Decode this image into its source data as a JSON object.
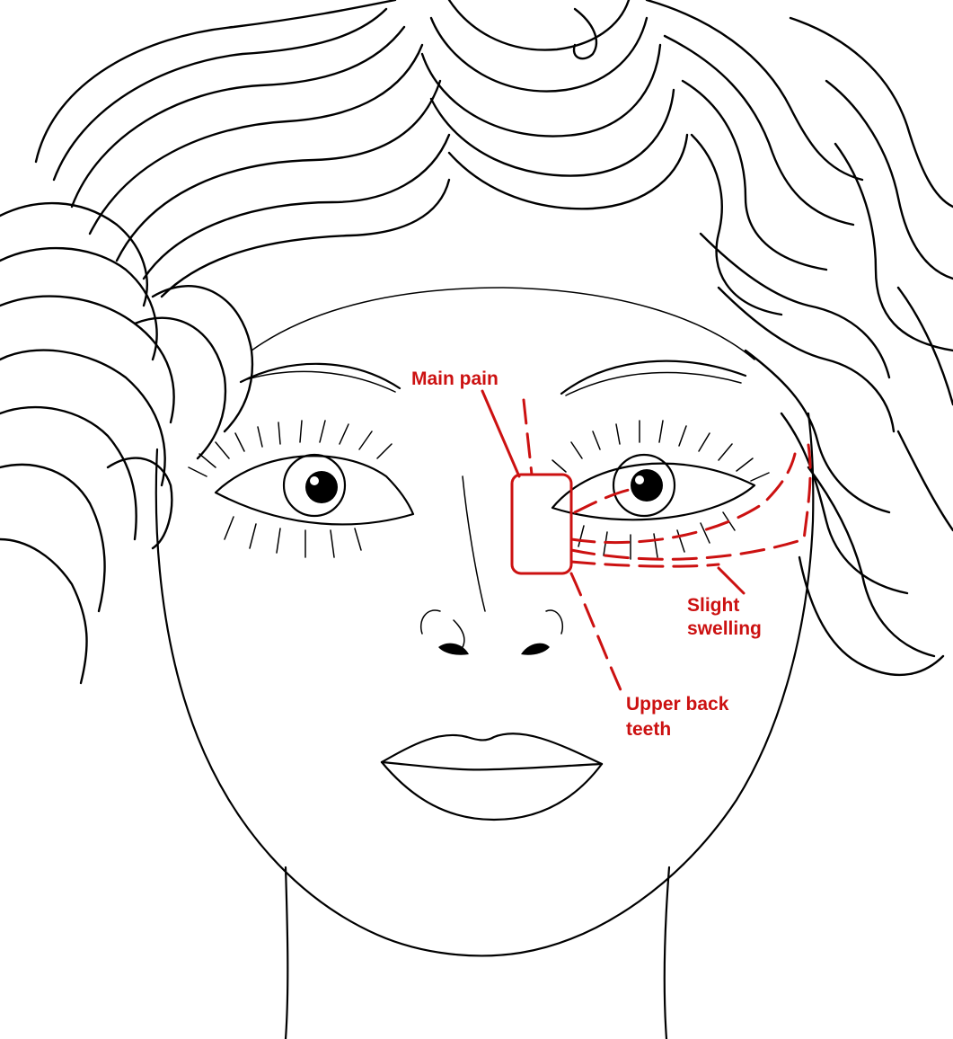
{
  "annotations": {
    "main_pain": "Main pain",
    "slight_swelling_1": "Slight",
    "slight_swelling_2": "swelling",
    "upper_back_teeth_1": "Upper back",
    "upper_back_teeth_2": "teeth"
  },
  "colors": {
    "ink": "#000000",
    "annotation": "#cc1111",
    "background": "#ffffff"
  }
}
